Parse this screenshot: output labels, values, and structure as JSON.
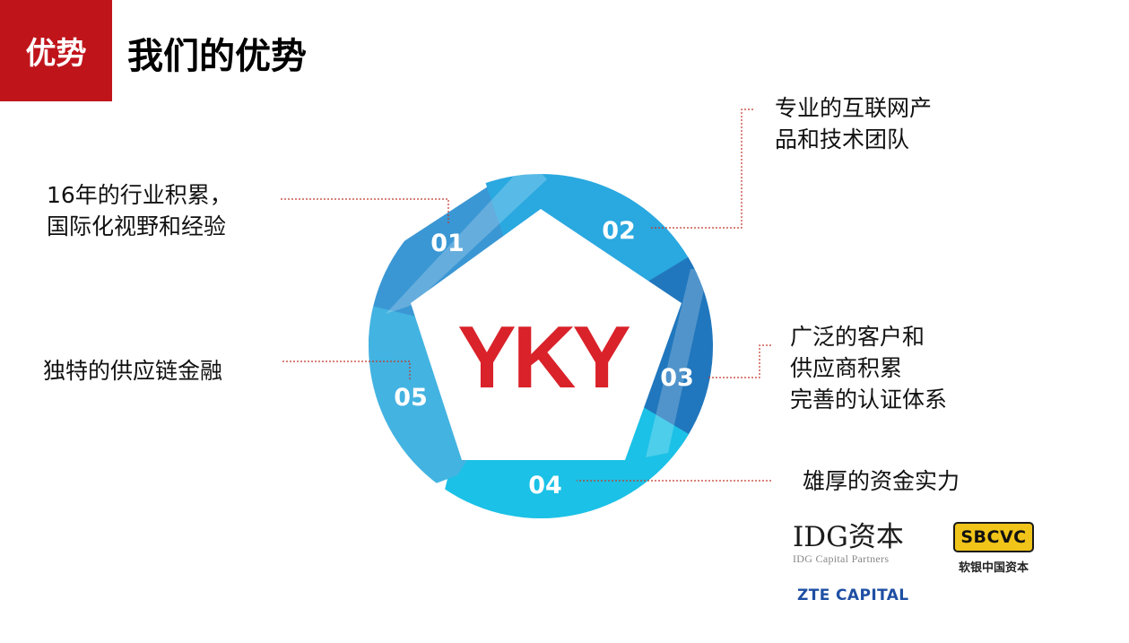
{
  "header": {
    "badge_text": "优势",
    "title": "我们的优势"
  },
  "diagram": {
    "center_logo": "YKY",
    "segments": [
      {
        "number": "01",
        "color": "#3a97d4"
      },
      {
        "number": "02",
        "color": "#2aa8e0"
      },
      {
        "number": "03",
        "color": "#2177bd"
      },
      {
        "number": "04",
        "color": "#1bc1e6"
      },
      {
        "number": "05",
        "color": "#43b3e1"
      }
    ],
    "labels": [
      {
        "id": "01",
        "lines": [
          "16年的行业积累，",
          "国际化视野和经验"
        ]
      },
      {
        "id": "02",
        "lines": [
          "专业的互联网产",
          "品和技术团队"
        ]
      },
      {
        "id": "03",
        "lines": [
          "广泛的客户和",
          "供应商积累",
          "完善的认证体系"
        ]
      },
      {
        "id": "04",
        "lines": [
          "雄厚的资金实力"
        ]
      },
      {
        "id": "05",
        "lines": [
          "独特的供应链金融"
        ]
      }
    ]
  },
  "investors": {
    "idg_main": "IDG资本",
    "idg_sub": "IDG Capital Partners",
    "sbcvc_main": "SBCVC",
    "sbcvc_sub": "软银中国资本",
    "zte": "ZTE CAPITAL"
  },
  "colors": {
    "accent_red": "#c0141b",
    "logo_red": "#d9222a",
    "connector": "#c0392b"
  }
}
